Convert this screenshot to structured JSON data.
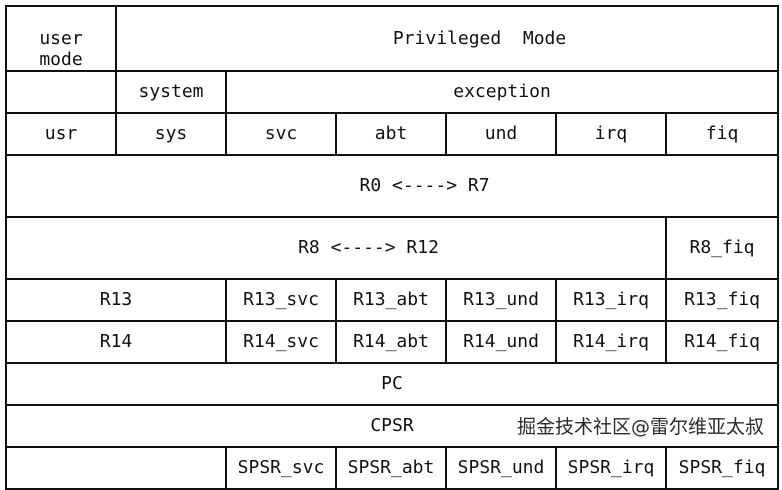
{
  "header": {
    "user_mode": "user\nmode",
    "privileged_mode": "Privileged  Mode",
    "system": "system",
    "exception": "exception"
  },
  "modes": [
    "usr",
    "sys",
    "svc",
    "abt",
    "und",
    "irq",
    "fiq"
  ],
  "rows": {
    "r0_r7": "R0 <----> R7",
    "r8_r12": "R8 <----> R12",
    "r8_fiq": "R8_fiq",
    "r13": [
      "R13",
      "R13_svc",
      "R13_abt",
      "R13_und",
      "R13_irq",
      "R13_fiq"
    ],
    "r14": [
      "R14",
      "R14_svc",
      "R14_abt",
      "R14_und",
      "R14_irq",
      "R14_fiq"
    ],
    "pc": "PC",
    "cpsr": "CPSR",
    "spsr": [
      "",
      "SPSR_svc",
      "SPSR_abt",
      "SPSR_und",
      "SPSR_irq",
      "SPSR_fiq"
    ]
  },
  "watermark": "掘金技术社区@雷尔维亚太叔"
}
